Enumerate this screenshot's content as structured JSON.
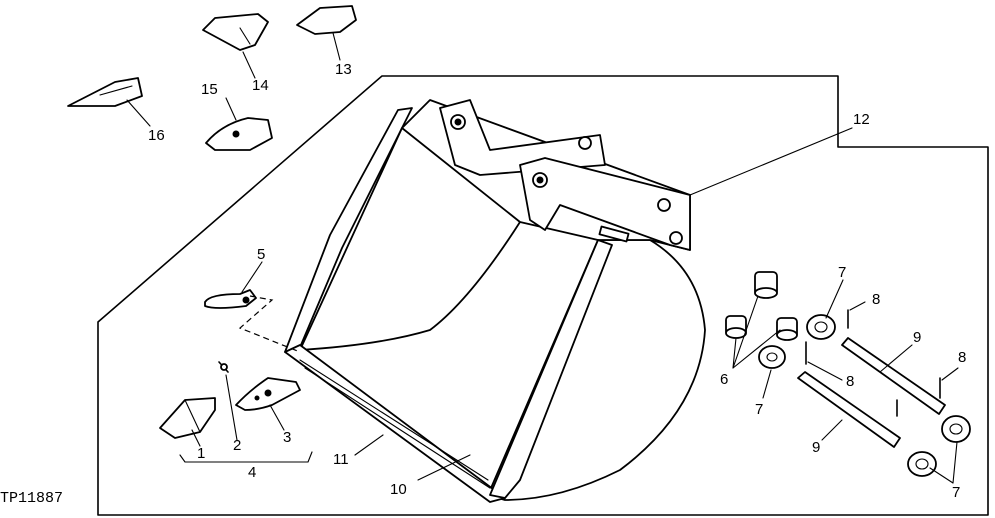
{
  "figure_id": "TP11887",
  "callouts": {
    "c1": "1",
    "c2": "2",
    "c3": "3",
    "c4": "4",
    "c5": "5",
    "c6": "6",
    "c7a": "7",
    "c7b": "7",
    "c7c": "7",
    "c8a": "8",
    "c8b": "8",
    "c8c": "8",
    "c9a": "9",
    "c9b": "9",
    "c10": "10",
    "c11": "11",
    "c12": "12",
    "c13": "13",
    "c14": "14",
    "c15": "15",
    "c16": "16"
  }
}
